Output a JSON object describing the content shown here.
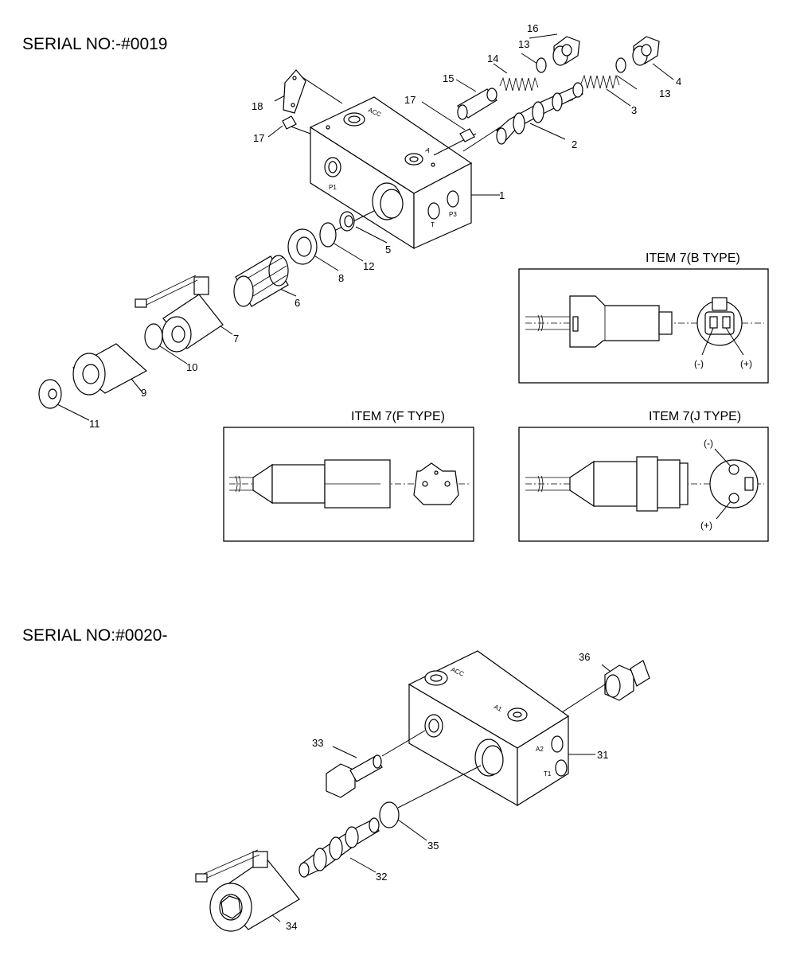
{
  "sections": {
    "top": {
      "heading": "SERIAL NO:-#0019"
    },
    "bottom": {
      "heading": "SERIAL NO:#0020-"
    }
  },
  "callouts": {
    "c1": "1",
    "c2": "2",
    "c3": "3",
    "c4": "4",
    "c5": "5",
    "c6": "6",
    "c7": "7",
    "c8": "8",
    "c9": "9",
    "c10": "10",
    "c11": "11",
    "c12": "12",
    "c13a": "13",
    "c13b": "13",
    "c14": "14",
    "c15": "15",
    "c16": "16",
    "c17a": "17",
    "c17b": "17",
    "c18": "18",
    "c31": "31",
    "c32": "32",
    "c33": "33",
    "c34": "34",
    "c35": "35",
    "c36": "36"
  },
  "ports": {
    "p1": "P1",
    "t": "T",
    "p3": "P3",
    "a": "A",
    "acc": "ACC",
    "a1": "A1",
    "a2": "A2",
    "t1": "T1",
    "acc2": "ACC"
  },
  "insets": {
    "b_type": {
      "title": "ITEM 7(B  TYPE)",
      "minus": "(-)",
      "plus": "(+)"
    },
    "f_type": {
      "title": "ITEM 7(F  TYPE)"
    },
    "j_type": {
      "title": "ITEM 7(J  TYPE)",
      "minus": "(-)",
      "plus": "(+)"
    }
  }
}
